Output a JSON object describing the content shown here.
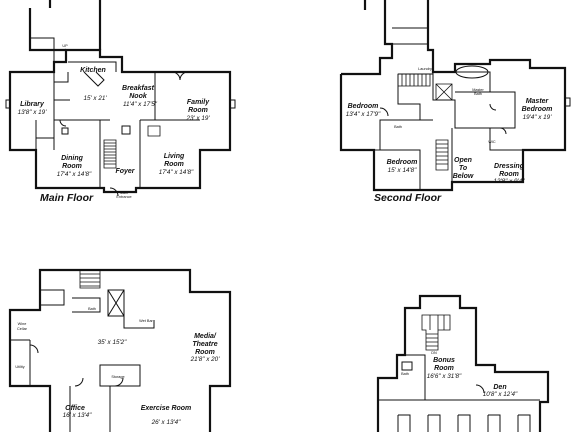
{
  "floors": {
    "main": {
      "label": "Main Floor",
      "rooms": {
        "library": {
          "name": "Library",
          "dims": "13'8\" x 19'"
        },
        "kitchen": {
          "name": "Kitchen",
          "dims": "15' x 21'"
        },
        "breakfast": {
          "name": "Breakfast Nook",
          "name_l1": "Breakfast",
          "name_l2": "Nook",
          "dims": "11'4\" x 17'5\""
        },
        "family": {
          "name": "Family Room",
          "name_l1": "Family",
          "name_l2": "Room",
          "dims": "23' x 19'"
        },
        "dining": {
          "name": "Dining Room",
          "name_l1": "Dining",
          "name_l2": "Room",
          "dims": "17'4\" x 14'8\""
        },
        "foyer": {
          "name": "Foyer"
        },
        "living": {
          "name": "Living Room",
          "name_l1": "Living",
          "name_l2": "Room",
          "dims": "17'4\" x 14'8\""
        },
        "entrance": {
          "name": "Main Entrance",
          "name_l1": "Main",
          "name_l2": "Entrance"
        },
        "up": {
          "name": "UP"
        }
      }
    },
    "second": {
      "label": "Second Floor",
      "rooms": {
        "bedroom_w": {
          "name": "Bedroom",
          "dims": "13'4\" x 17'9\""
        },
        "laundry": {
          "name": "Laundry"
        },
        "master_bath": {
          "name": "Master Bath",
          "name_l1": "Master",
          "name_l2": "Bath"
        },
        "master_bedroom": {
          "name": "Master Bedroom",
          "name_l1": "Master",
          "name_l2": "Bedroom",
          "dims": "19'4\" x 19'"
        },
        "bath": {
          "name": "Bath"
        },
        "bedroom_s": {
          "name": "Bedroom",
          "dims": "15' x 14'8\""
        },
        "open_below": {
          "name": "Open To Below",
          "name_l1": "Open",
          "name_l2": "To",
          "name_l3": "Below"
        },
        "dressing": {
          "name": "Dressing Room",
          "name_l1": "Dressing",
          "name_l2": "Room",
          "dims": "12'8\" x 9'4\""
        },
        "wic": {
          "name": "WIC"
        }
      }
    },
    "lower": {
      "rooms": {
        "main_space": {
          "dims": "35' x 15'2\""
        },
        "theatre": {
          "name": "Media/ Theatre Room",
          "name_l1": "Media/",
          "name_l2": "Theatre",
          "name_l3": "Room",
          "dims": "21'8\" x 20'"
        },
        "wine": {
          "name": "Wine Cellar",
          "name_l1": "Wine",
          "name_l2": "Cellar"
        },
        "utility": {
          "name": "Utility"
        },
        "storage": {
          "name": "Storage"
        },
        "office": {
          "name": "Office",
          "dims": "16' x 13'4\""
        },
        "exercise": {
          "name": "Exercise Room",
          "dims": "26' x 13'4\""
        },
        "bath": {
          "name": "Bath"
        },
        "bar": {
          "name": "Wet Bar"
        }
      }
    },
    "bonus": {
      "rooms": {
        "bonus": {
          "name": "Bonus Room",
          "name_l1": "Bonus",
          "name_l2": "Room",
          "dims": "16'6\" x 31'8\""
        },
        "den": {
          "name": "Den",
          "dims": "10'8\" x 12'4\""
        },
        "bath": {
          "name": "Bath"
        },
        "dn": {
          "name": "DN"
        }
      }
    }
  }
}
